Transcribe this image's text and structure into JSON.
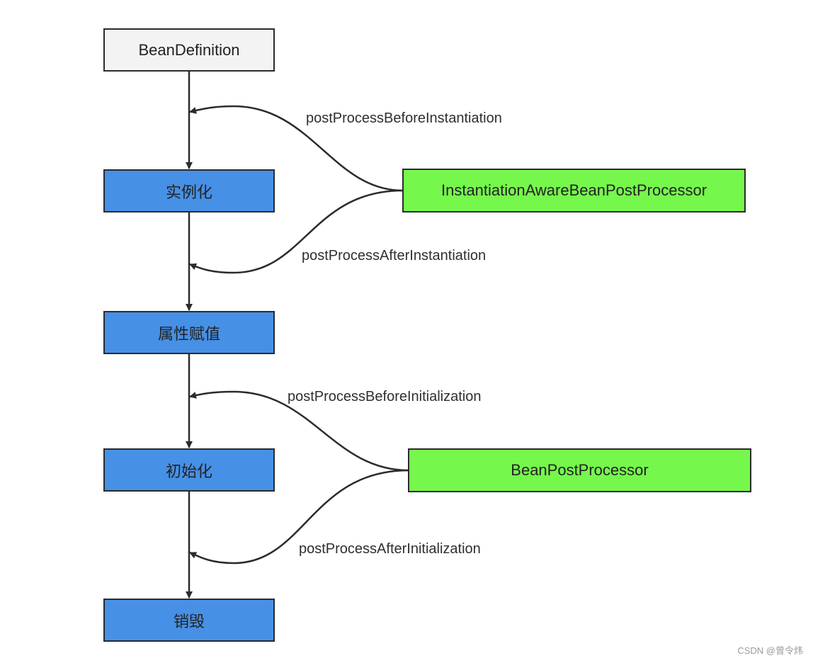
{
  "nodes": {
    "bean_definition": "BeanDefinition",
    "instantiate": "实例化",
    "populate": "属性赋值",
    "initialize": "初始化",
    "destroy": "销毁"
  },
  "processors": {
    "instantiation_aware": "InstantiationAwareBeanPostProcessor",
    "bean_post": "BeanPostProcessor"
  },
  "edge_labels": {
    "before_instantiation": "postProcessBeforeInstantiation",
    "after_instantiation": "postProcessAfterInstantiation",
    "before_initialization": "postProcessBeforeInitialization",
    "after_initialization": "postProcessAfterInitialization"
  },
  "watermark": "CSDN @曾令炜",
  "colors": {
    "start_fill": "#f3f3f3",
    "stage_fill": "#4690e6",
    "processor_fill": "#76f74c",
    "stroke": "#2b2b2b"
  }
}
